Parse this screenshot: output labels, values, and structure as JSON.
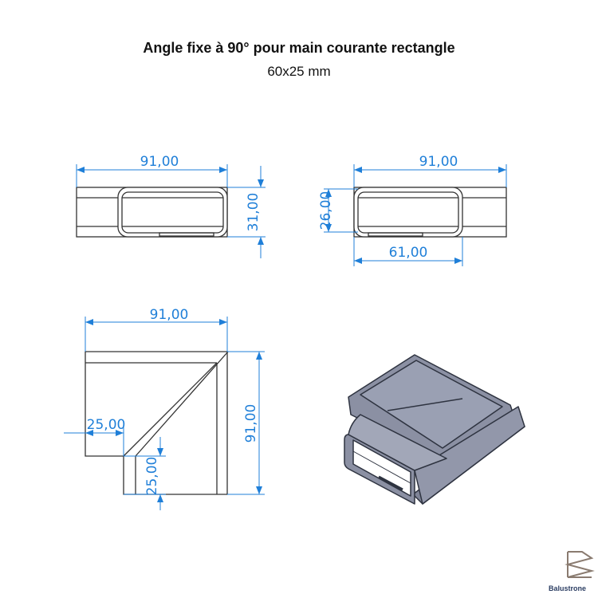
{
  "title": "Angle fixe à 90° pour main courante rectangle",
  "subtitle": "60x25 mm",
  "views": {
    "front_left": {
      "width_dim": "91,00",
      "height_dim": "31,00"
    },
    "front_right": {
      "width_dim": "91,00",
      "height_dim": "26,00",
      "inner_width_dim": "61,00"
    },
    "top": {
      "width_dim": "91,00",
      "height_dim": "91,00",
      "offset_h_dim": "25,00",
      "offset_v_dim": "25,00"
    }
  },
  "logo": {
    "text": "Balustrone"
  },
  "colors": {
    "dimension": "#1f7fd8",
    "part": "#8b90a3",
    "outline": "#333333"
  }
}
